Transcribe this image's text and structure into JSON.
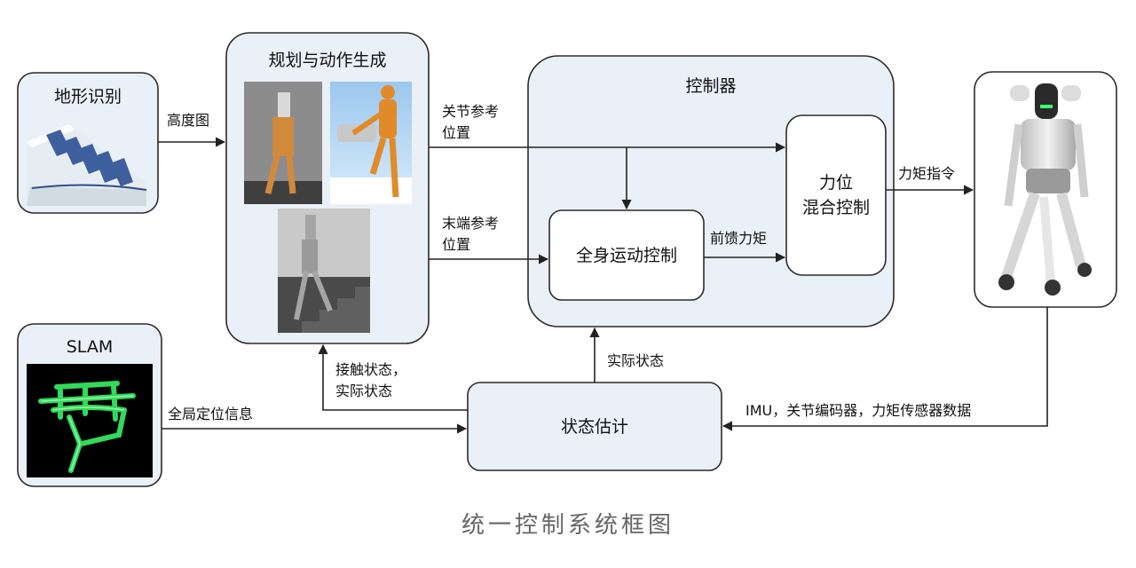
{
  "nodes": {
    "terrain": {
      "title": "地形识别"
    },
    "planning": {
      "title": "规划与动作生成"
    },
    "slam": {
      "title": "SLAM"
    },
    "controller": {
      "title": "控制器"
    },
    "wbc": {
      "title": "全身运动控制"
    },
    "force_position": {
      "line1": "力位",
      "line2": "混合控制"
    },
    "state_est": {
      "title": "状态估计"
    },
    "robot": {
      "title": ""
    }
  },
  "edges": {
    "heightmap": "高度图",
    "joint_ref": {
      "line1": "关节参考",
      "line2": "位置"
    },
    "end_ref": {
      "line1": "末端参考",
      "line2": "位置"
    },
    "feedforward": "前馈力矩",
    "torque_cmd": "力矩指令",
    "contact_state": {
      "line1": "接触状态，",
      "line2": "实际状态"
    },
    "actual_state": "实际状态",
    "global_loc": "全局定位信息",
    "sensors": "IMU，关节编码器，力矩传感器数据"
  },
  "caption": "统一控制系统框图",
  "colors": {
    "box_fill": "#e9f0f7",
    "box_stroke": "#2b2b2b",
    "arrow": "#222222",
    "slam_green": "#3cff6a"
  }
}
